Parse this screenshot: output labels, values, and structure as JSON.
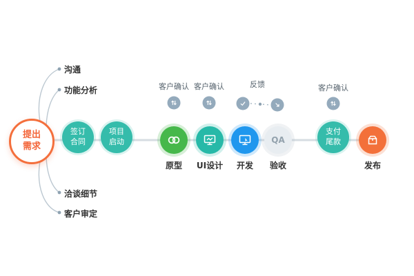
{
  "start": {
    "label": "提出需求"
  },
  "branches": [
    {
      "label": "沟通"
    },
    {
      "label": "功能分析"
    },
    {
      "label": "洽谈细节"
    },
    {
      "label": "客户审定"
    }
  ],
  "stages": [
    {
      "label": "签订合同",
      "color": "#35bcab"
    },
    {
      "label": "项目启动",
      "color": "#35bcab"
    },
    {
      "label": "支付尾款",
      "color": "#35bcab"
    }
  ],
  "steps": [
    {
      "label": "原型",
      "icon": "link-icon",
      "color": "#46b84b"
    },
    {
      "label": "UI设计",
      "icon": "design-monitor-icon",
      "color": "#27b9a8"
    },
    {
      "label": "开发",
      "icon": "dev-monitor-icon",
      "color": "#1f97ee"
    },
    {
      "label": "验收",
      "badge_text": "QA",
      "color": "#e8edf1"
    },
    {
      "label": "发布",
      "icon": "package-icon",
      "color": "#f3703a"
    }
  ],
  "annotations": [
    {
      "label": "客户确认",
      "icon": "swap-arrows-icon"
    },
    {
      "label": "客户确认",
      "icon": "swap-arrows-icon"
    },
    {
      "label": "反馈",
      "icons": [
        "check-icon",
        "export-arrow-icon"
      ]
    },
    {
      "label": "客户确认",
      "icon": "swap-arrows-icon"
    }
  ],
  "colors": {
    "accent_orange": "#f3703a",
    "accent_teal": "#35bcab",
    "accent_green": "#46b84b",
    "accent_blue": "#1f97ee",
    "line_gray": "#d6dde2",
    "badge_gray_blue": "#94aabc",
    "text_dark": "#333333"
  }
}
